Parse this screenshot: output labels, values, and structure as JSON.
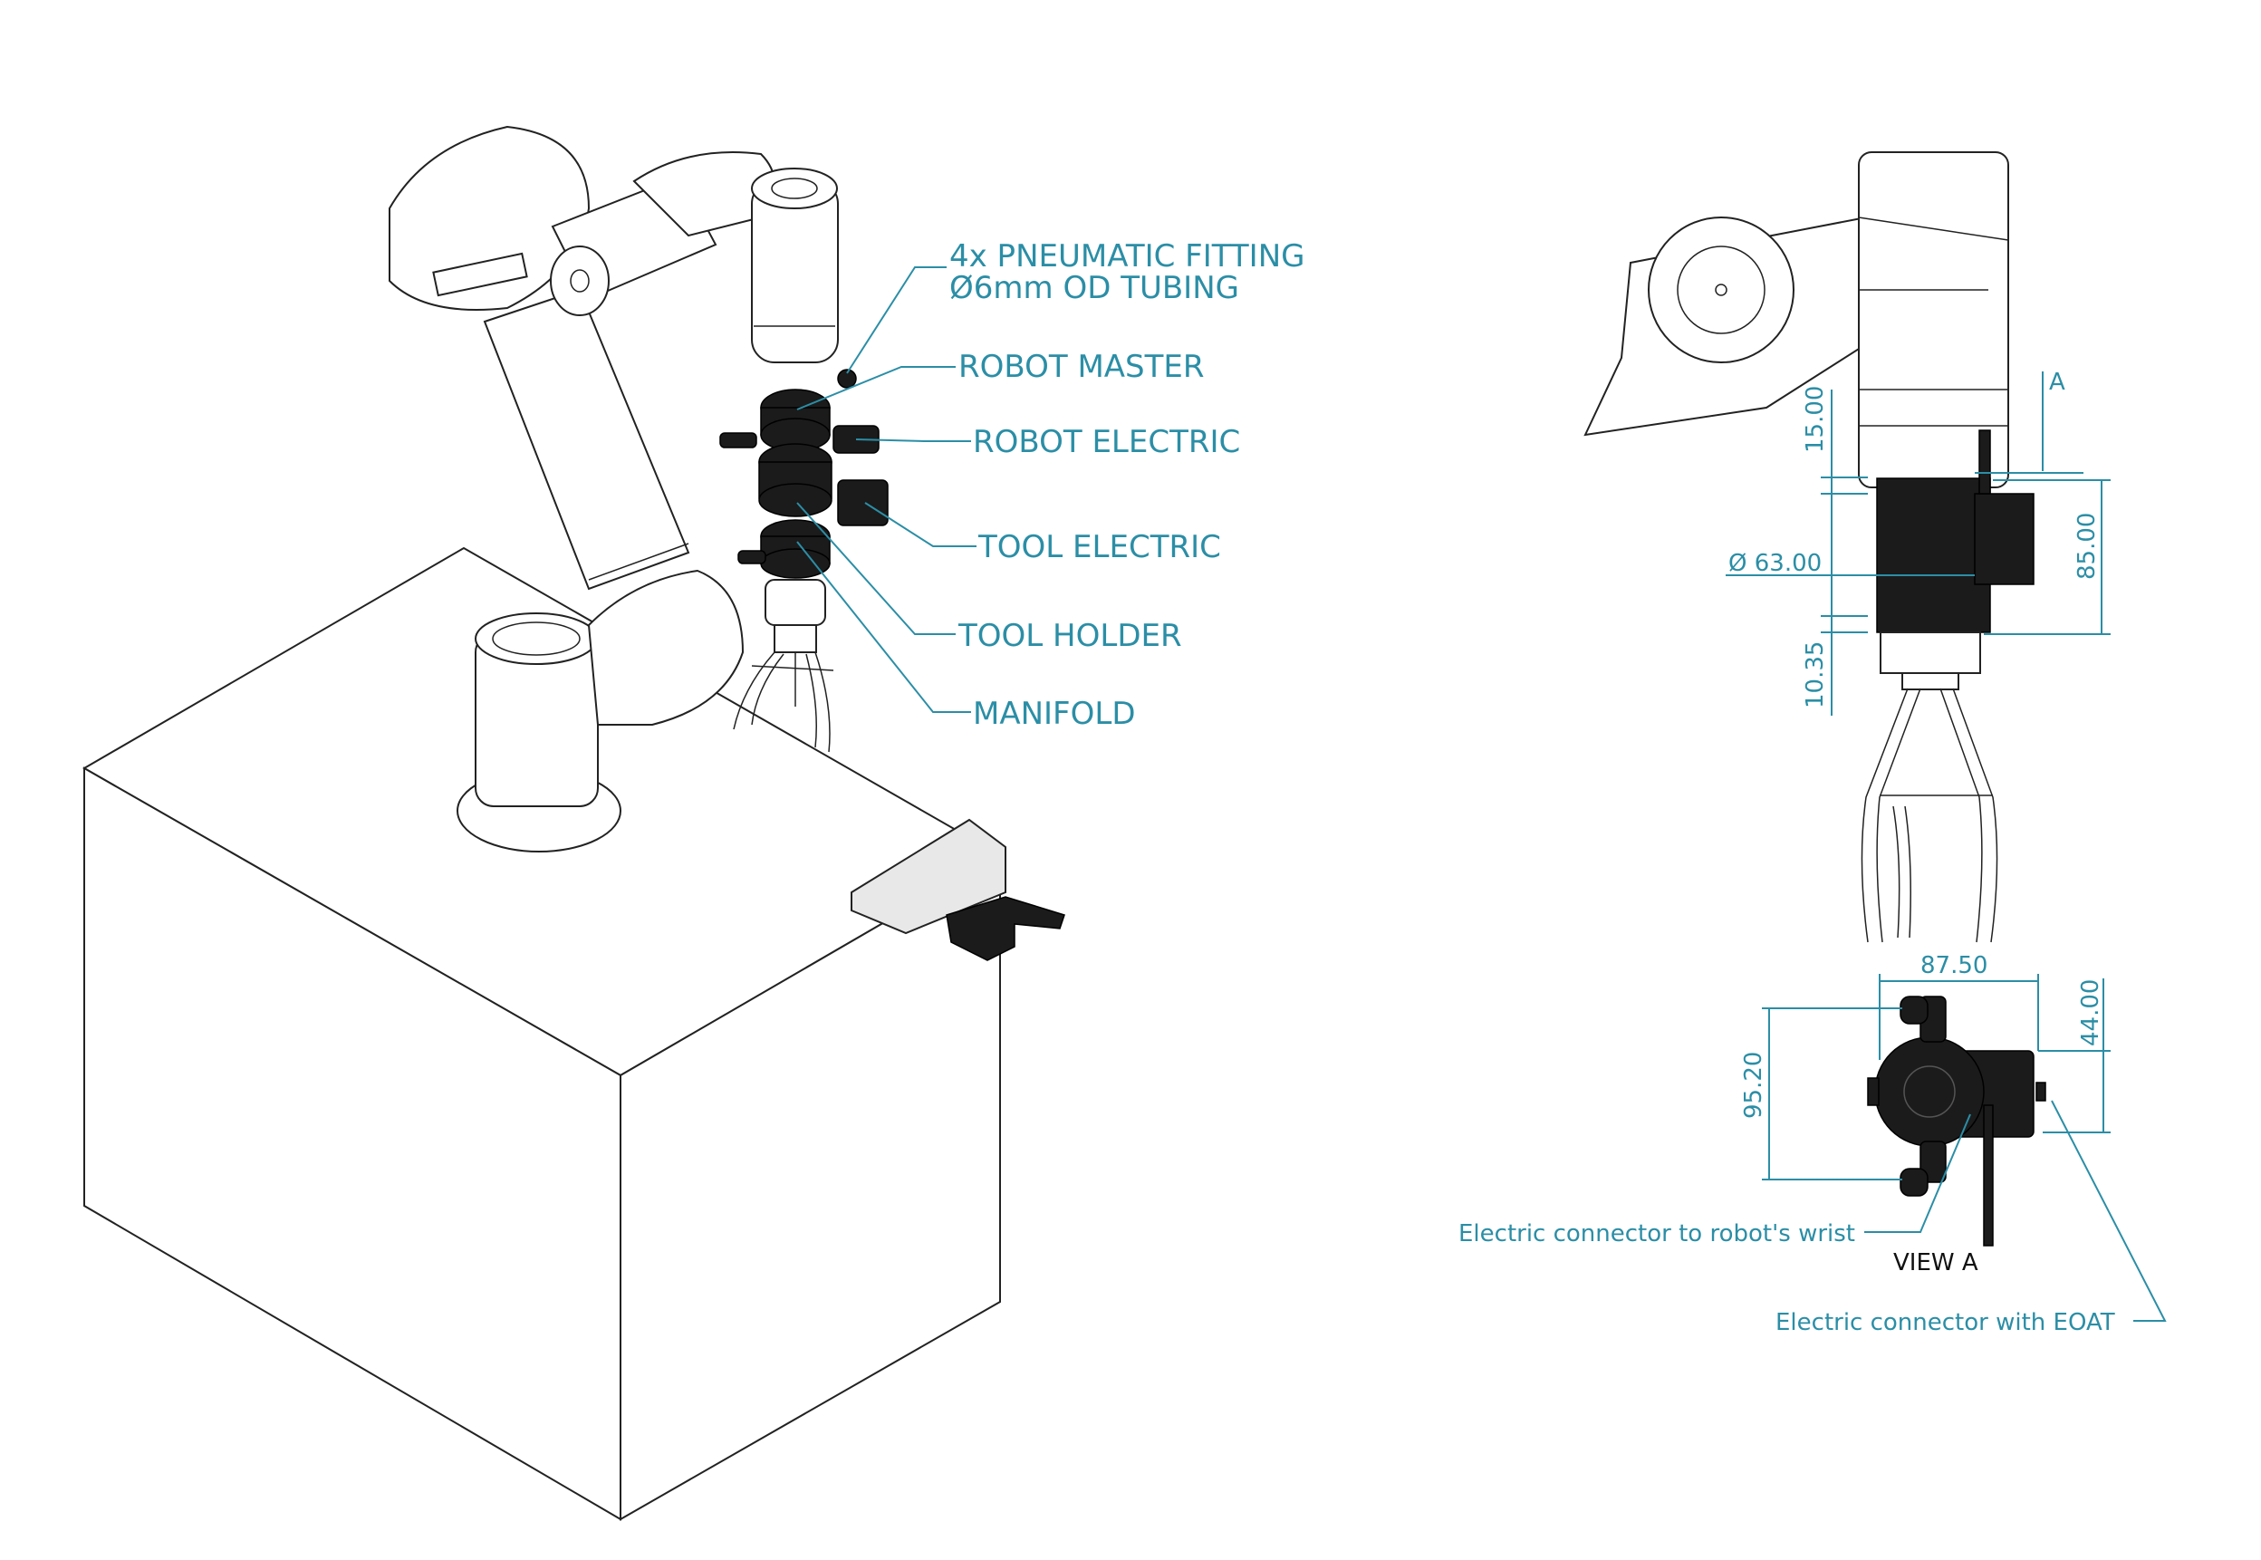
{
  "colors": {
    "annotation": "#2b8ea6",
    "line": "#222222",
    "part_dark": "#1b1b1b"
  },
  "isometric_view": {
    "callouts": {
      "pneumatic_line1": "4x PNEUMATIC FITTING",
      "pneumatic_line2": "Ø6mm OD TUBING",
      "robot_master": "ROBOT MASTER",
      "robot_electric": "ROBOT ELECTRIC",
      "tool_electric": "TOOL ELECTRIC",
      "tool_holder": "TOOL HOLDER",
      "manifold": "MANIFOLD"
    }
  },
  "side_view": {
    "section_marker": "A",
    "dimensions": {
      "d15": "15.00",
      "diameter": "Ø 63.00",
      "d85": "85.00",
      "d1035": "10.35"
    }
  },
  "view_a": {
    "title": "VIEW A",
    "dimensions": {
      "d8750": "87.50",
      "d4400": "44.00",
      "d9520": "95.20"
    },
    "callouts": {
      "wrist_connector": "Electric connector to robot's wrist",
      "eoat_connector": "Electric connector with EOAT"
    }
  }
}
